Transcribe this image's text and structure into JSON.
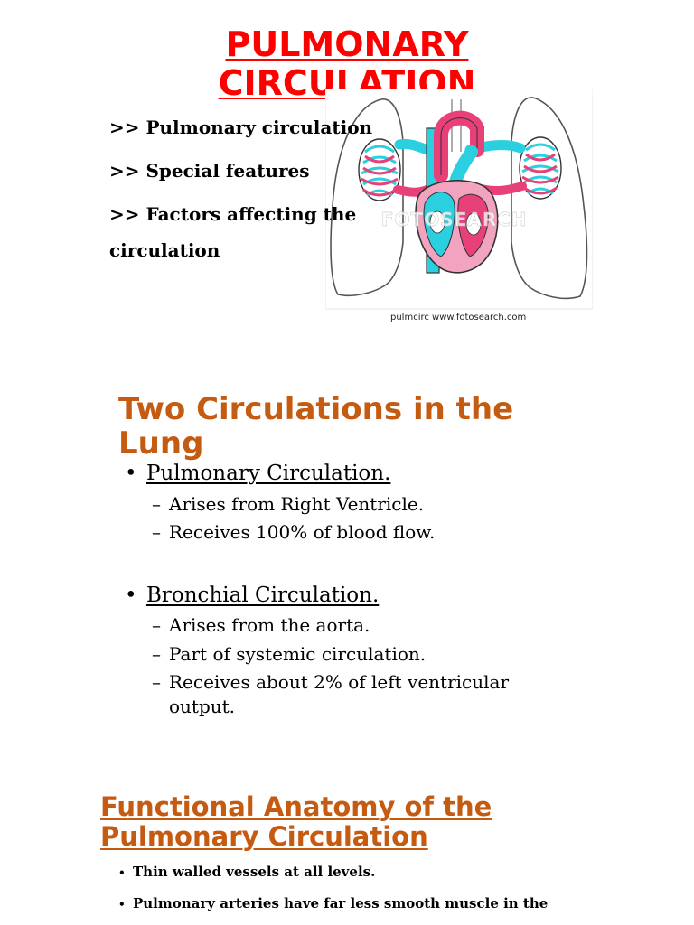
{
  "slide1": {
    "title_line1": "PULMONARY",
    "title_line2": "CIRCULATION",
    "bullets": [
      ">> Pulmonary circulation",
      ">> Special features",
      ">> Factors affecting the",
      "circulation"
    ],
    "image": {
      "caption": "pulmcirc www.fotosearch.com",
      "watermark": "FOTOSEARCH",
      "colors": {
        "venous": "#2ad0e0",
        "arterial": "#e8417a",
        "outline": "#333333"
      }
    }
  },
  "slide2": {
    "title_line1": "Two Circulations in the",
    "title_line2": "Lung",
    "bullet_glyph": "•",
    "dash_glyph": "–",
    "items": [
      {
        "label": "Pulmonary Circulation.",
        "subs": [
          "Arises from Right Ventricle.",
          "Receives 100% of blood flow."
        ]
      },
      {
        "label": "Bronchial Circulation.",
        "subs": [
          "Arises from the aorta.",
          "Part of systemic circulation.",
          "Receives about 2% of left ventricular output."
        ]
      }
    ]
  },
  "slide3": {
    "title_line1": "Functional Anatomy of the",
    "title_line2": "Pulmonary Circulation",
    "bullet_glyph": "•",
    "bullets": [
      "Thin walled vessels at all levels.",
      "Pulmonary arteries have far less smooth muscle in the"
    ]
  },
  "colors": {
    "title_red": "#ff0000",
    "title_orange": "#c55a11"
  }
}
